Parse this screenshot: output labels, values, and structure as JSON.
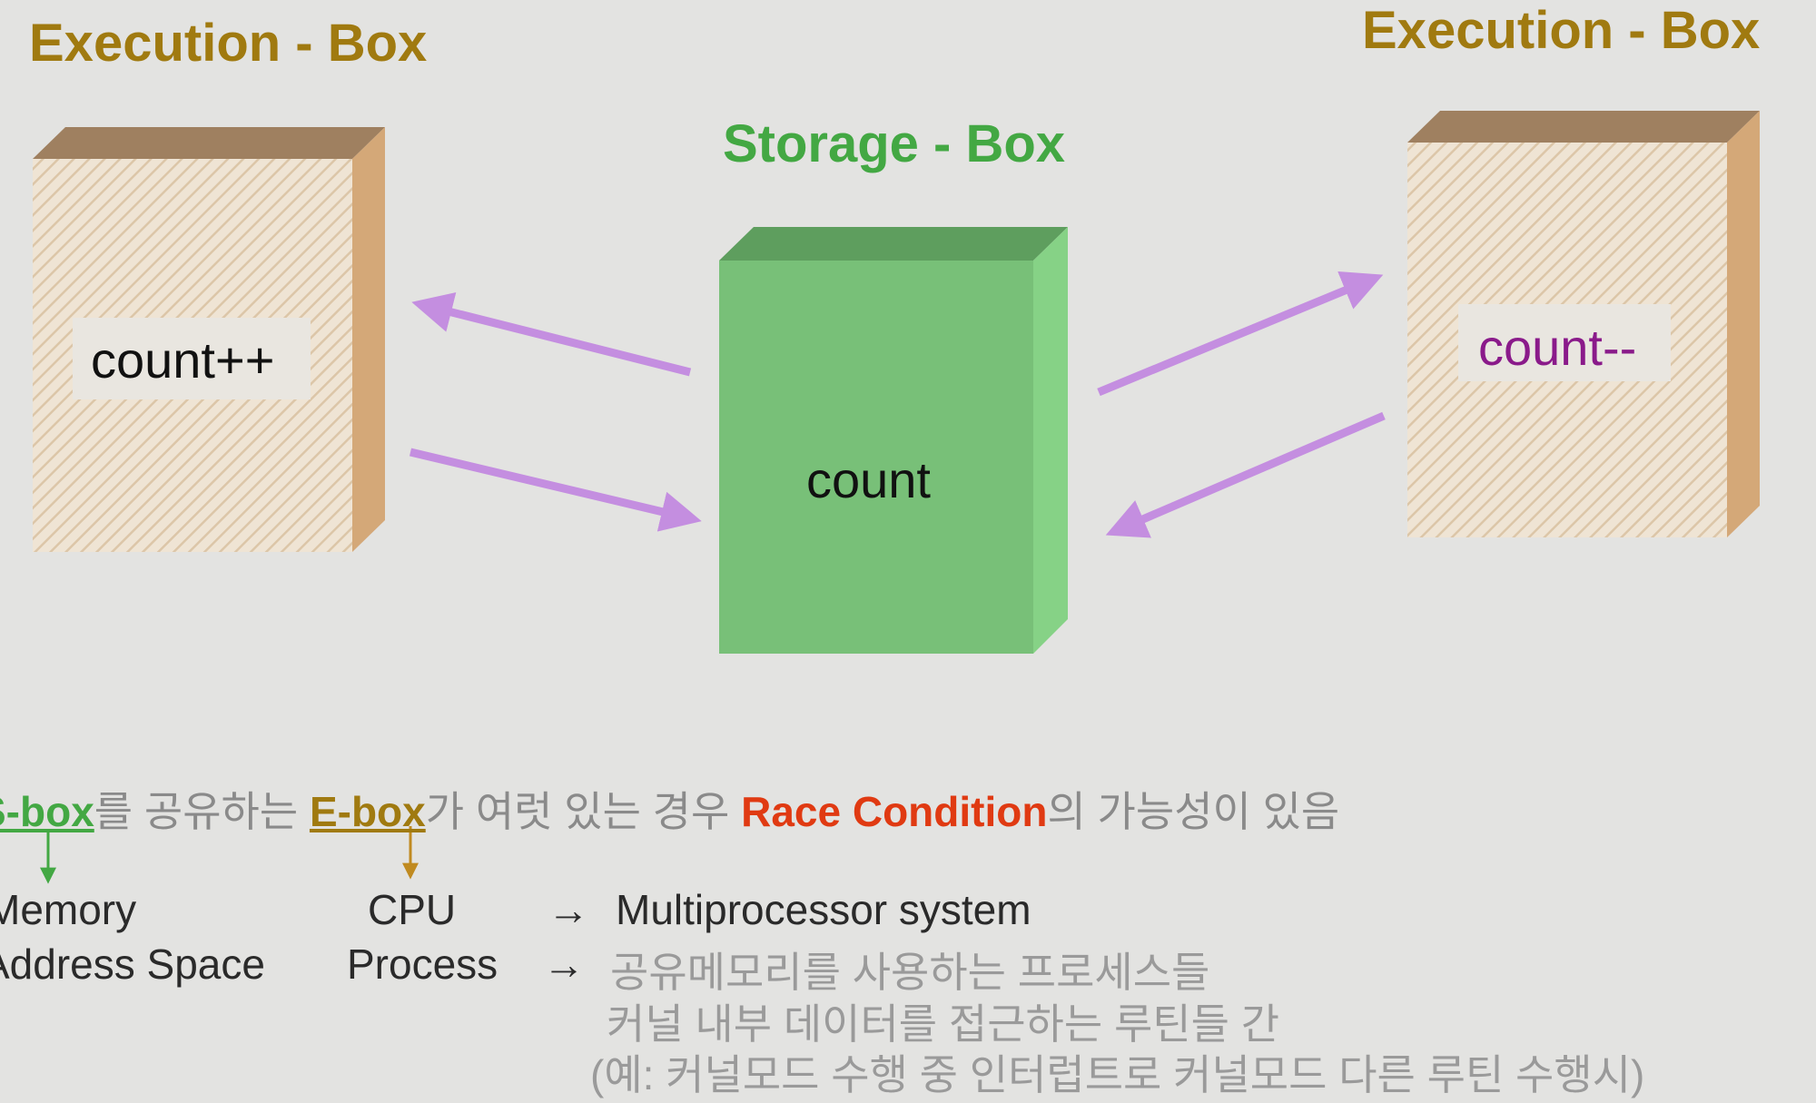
{
  "titles": {
    "left_execution": "Execution - Box",
    "right_execution": "Execution - Box",
    "storage": "Storage - Box"
  },
  "boxes": {
    "left_label": "count++",
    "center_label": "count",
    "right_label": "count--"
  },
  "statement": {
    "sbox": "S-box",
    "part1": "를 공유하는 ",
    "ebox": "E-box",
    "part2": "가 여럿 있는 경우 ",
    "race": "Race Condition",
    "part3": "의 가능성이 있음"
  },
  "mapping": {
    "memory": "Memory",
    "address_space": "Address Space",
    "cpu": "CPU",
    "process": "Process",
    "arrow": "→",
    "multiprocessor": "Multiprocessor system",
    "shared_memory": "공유메모리를 사용하는 프로세스들",
    "kernel_routines": "커널 내부 데이터를 접근하는 루틴들 간",
    "example": "(예: 커널모드 수행 중 인터럽트로 커널모드 다른 루틴 수행시)"
  },
  "colors": {
    "background": "#e3e3e1",
    "execution_title": "#a07a10",
    "storage_title": "#43a843",
    "arrow": "#c48ee0",
    "race": "#e03a12",
    "count_minus": "#8a1a8a"
  }
}
